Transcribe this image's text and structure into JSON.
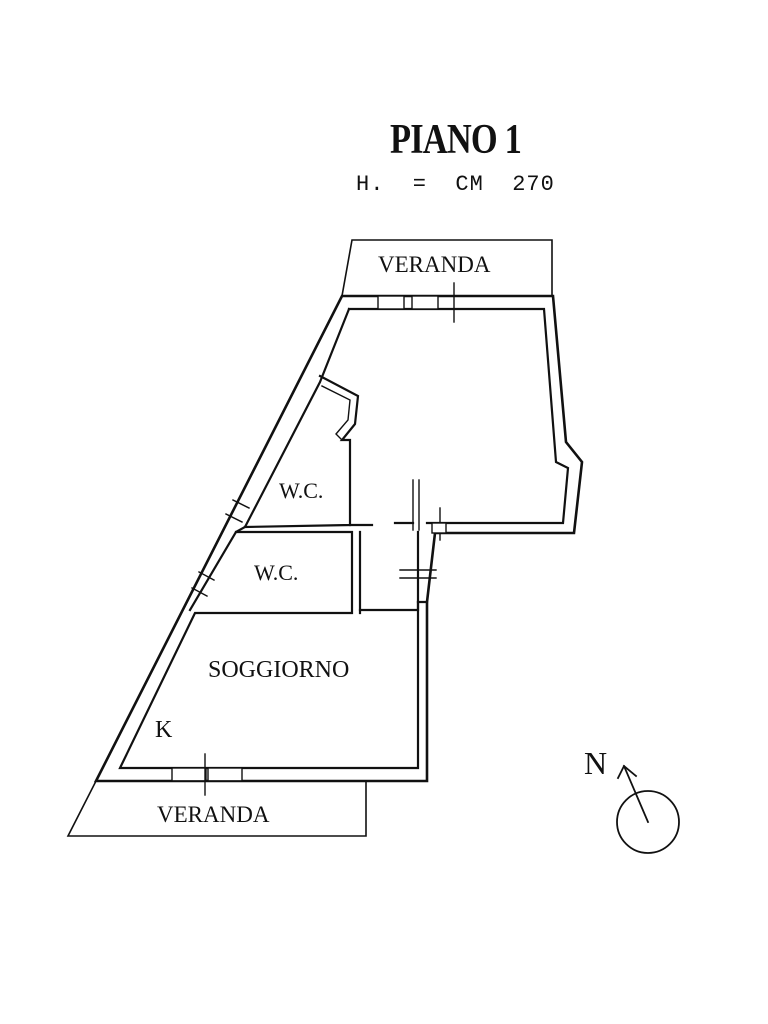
{
  "plan": {
    "title": "PIANO 1",
    "subtitle": "H.  =  CM  270"
  },
  "rooms": {
    "veranda_top": "VERANDA",
    "wc_upper": "W.C.",
    "wc_lower": "W.C.",
    "living_room": "SOGGIORNO",
    "kitchen": "K",
    "veranda_bottom": "VERANDA"
  },
  "compass": {
    "north_label": "N",
    "icon": "north-arrow-icon"
  },
  "colors": {
    "line": "#111111",
    "background": "#ffffff"
  }
}
